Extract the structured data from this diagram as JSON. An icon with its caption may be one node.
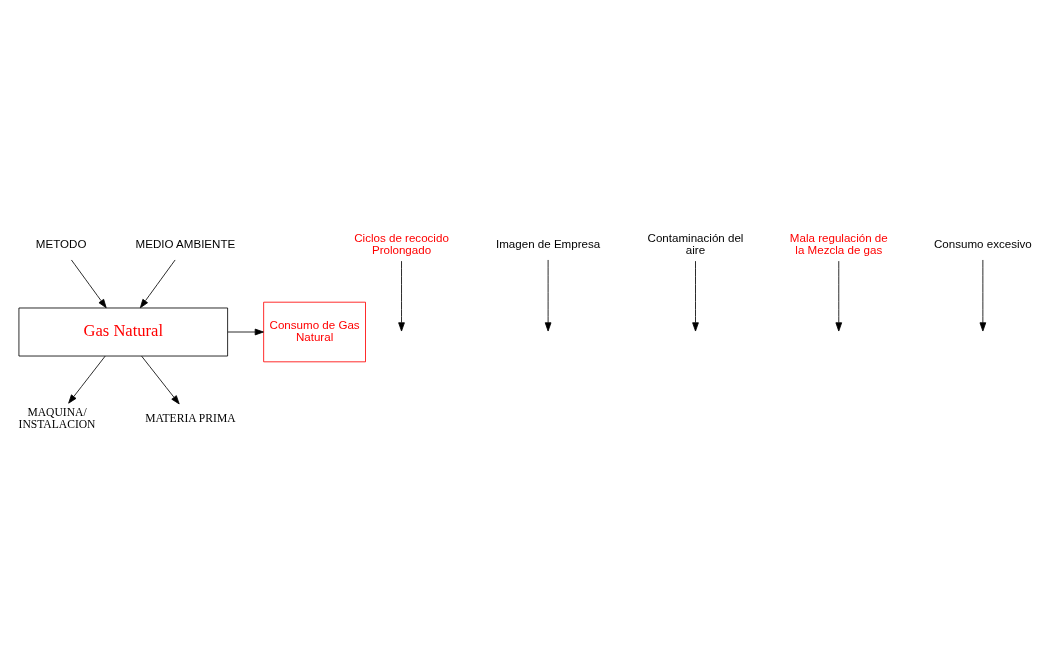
{
  "diagram": {
    "nodes": [
      {
        "text": [
          "METODO"
        ]
      },
      {
        "text": [
          "MEDIO AMBIENTE"
        ]
      },
      {
        "text": [
          "Ciclos de recocido Prolongado"
        ]
      },
      {
        "text": [
          "Imagen de Empresa"
        ]
      },
      {
        "text": [
          "Contaminación del aire"
        ]
      },
      {
        "text": [
          "Gas Natural"
        ]
      },
      {
        "text": [
          "Consumo de Gas Natural"
        ]
      },
      {
        "text": [
          "Mala regulación de la Mezcla de gas"
        ]
      },
      {
        "text": [
          "Consumo excesivo"
        ]
      },
      {
        "text": [
          "MAQUINA/ INSTALACION"
        ]
      },
      {
        "text": [
          "MATERIA PRIMA"
        ]
      }
    ],
    "edges": [
      {
        "from": 0,
        "to": 5,
        "arrow": "to"
      },
      {
        "from": 1,
        "to": 5,
        "arrow": "to"
      },
      {
        "from": 2,
        "to": null,
        "arrow": "to"
      },
      {
        "from": 3,
        "to": null,
        "arrow": "to"
      },
      {
        "from": 4,
        "to": null,
        "arrow": "to"
      },
      {
        "from": 5,
        "to": 6,
        "arrow": "to"
      },
      {
        "from": 5,
        "to": 9,
        "arrow": "to"
      },
      {
        "from": 5,
        "to": 10,
        "arrow": "to"
      },
      {
        "from": 7,
        "to": null,
        "arrow": "to"
      },
      {
        "from": 8,
        "to": null,
        "arrow": "to"
      }
    ]
  }
}
